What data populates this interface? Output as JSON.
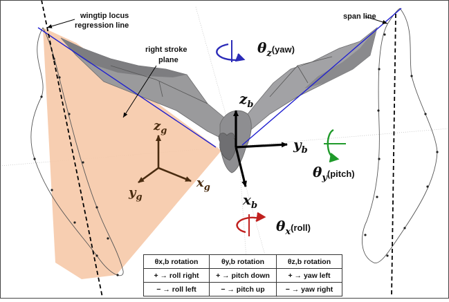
{
  "labels": {
    "wingtip_line1": "wingtip locus",
    "wingtip_line2": "regression line",
    "span_line": "span line",
    "stroke_plane_line1": "right stroke",
    "stroke_plane_line2": "plane"
  },
  "body_axes": {
    "z": "z",
    "z_sub": "b",
    "y": "y",
    "y_sub": "b",
    "x": "x",
    "x_sub": "b"
  },
  "global_axes": {
    "z": "z",
    "z_sub": "g",
    "y": "y",
    "y_sub": "g",
    "x": "x",
    "x_sub": "g"
  },
  "rotations": {
    "yaw": {
      "symbol": "θ",
      "sub": "z",
      "name": "(yaw)",
      "color": "#2b2bb8"
    },
    "pitch": {
      "symbol": "θ",
      "sub": "y",
      "name": "(pitch)",
      "color": "#1f9a2a"
    },
    "roll": {
      "symbol": "θ",
      "sub": "x",
      "name": "(roll)",
      "color": "#c0201e"
    }
  },
  "colors": {
    "stroke_plane": "#f6c9a8",
    "regression_line": "#2020d0",
    "bat_body": "#9a9a9c"
  },
  "table": {
    "headers": [
      "θx,b rotation",
      "θy,b rotation",
      "θz,b rotation"
    ],
    "rows": [
      [
        "+ → roll right",
        "+ → pitch down",
        "+ → yaw left"
      ],
      [
        "− → roll left",
        "− → pitch up",
        "− → yaw right"
      ]
    ]
  }
}
